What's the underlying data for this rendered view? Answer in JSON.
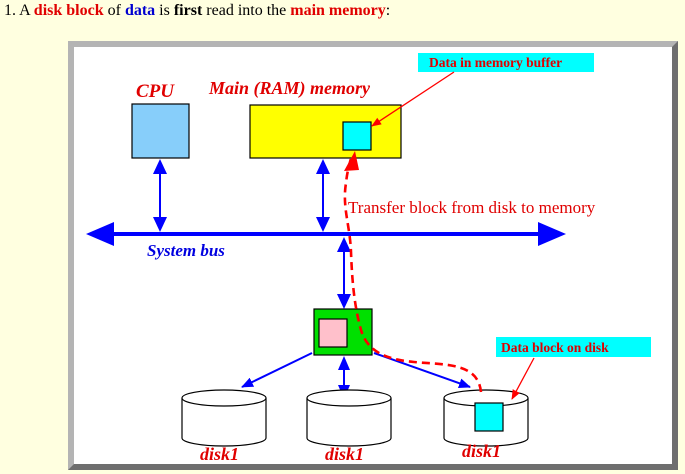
{
  "heading": {
    "prefix": "1. A ",
    "disk_block": "disk block",
    "of": " of ",
    "data": "data",
    "is": " is ",
    "first": "first",
    "read_into": " read into the ",
    "main_memory": "main memory",
    "suffix": ":"
  },
  "diagram": {
    "cpu_label": "CPU",
    "memory_label": "Main (RAM) memory",
    "buffer_callout": "Data in memory buffer",
    "transfer_label": "Transfer block from disk to memory",
    "bus_label": "System bus",
    "disk_callout": "Data block on disk",
    "disk_labels": [
      "disk1",
      "disk1",
      "disk1"
    ]
  },
  "colors": {
    "cpu": "#87cefa",
    "memory": "#ffff00",
    "buffer": "#00ffff",
    "controller": "#00e000",
    "controller_inner": "#ffc0cb",
    "bus": "#0000ff",
    "path": "#ff0000",
    "callout_bg": "#00ffff"
  }
}
